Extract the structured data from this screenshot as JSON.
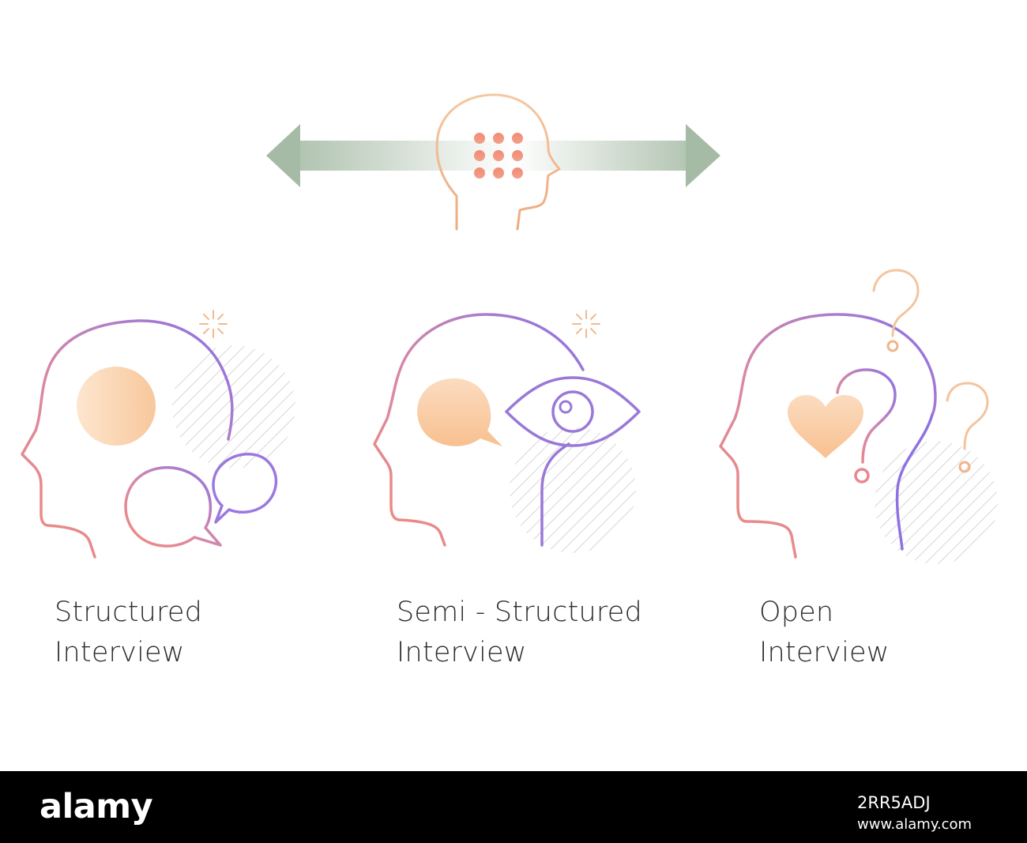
{
  "colors": {
    "arrow": "#a9bda8",
    "stroke_start": "#f08a78",
    "stroke_end": "#8a72e6",
    "shape_fill": "#f8caa0",
    "dots": "#ef7a6a",
    "hatch": "#d4d4d4",
    "footer_background": "#000000"
  },
  "diagram": {
    "top_icon": "head-with-dot-grid-icon",
    "top_arrow": "double-headed-arrow",
    "columns": [
      {
        "icon": "head-with-speech-bubbles-icon",
        "title_lines": [
          "Structured",
          "Interview"
        ]
      },
      {
        "icon": "head-with-eye-icon",
        "title_lines": [
          "Semi - Structured",
          "Interview"
        ]
      },
      {
        "icon": "head-with-heart-and-question-marks-icon",
        "title_lines": [
          "Open",
          "Interview"
        ]
      }
    ]
  },
  "footer": {
    "logo": "alamy",
    "image_id": "2RR5ADJ",
    "url": "www.alamy.com"
  }
}
